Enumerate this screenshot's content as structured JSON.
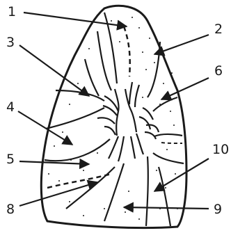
{
  "labels": {
    "l1": "1",
    "l2": "2",
    "l3": "3",
    "l4": "4",
    "l5": "5",
    "l6": "6",
    "l8": "8",
    "l9": "9",
    "l10": "10"
  },
  "colors": {
    "ink": "#1a1a1a",
    "paper": "#ffffff"
  }
}
